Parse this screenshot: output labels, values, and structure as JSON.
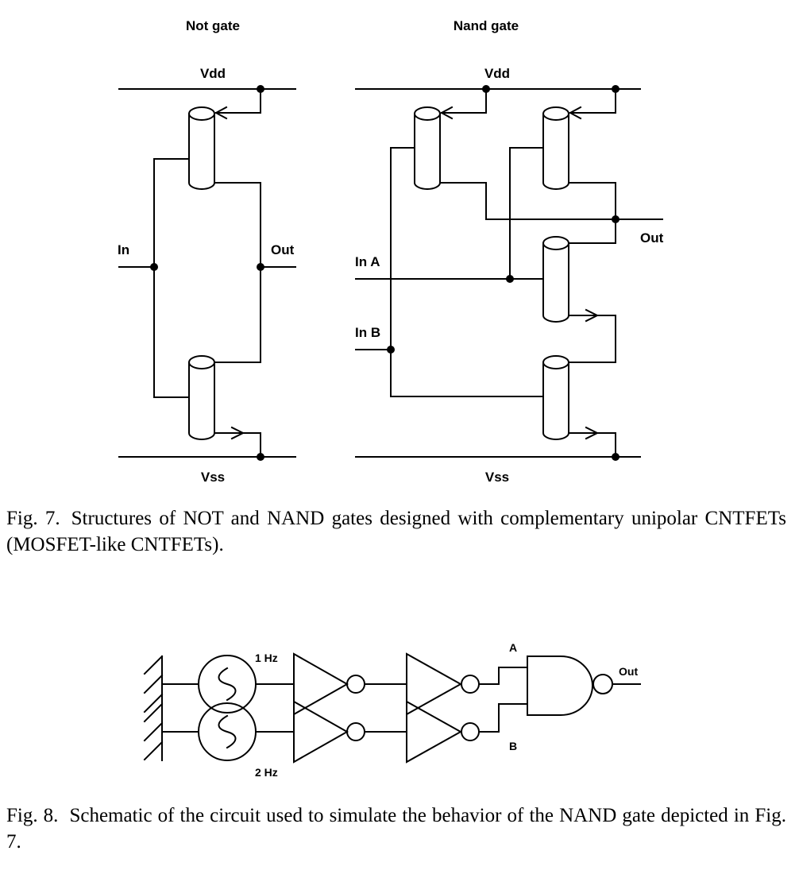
{
  "fig7": {
    "not_gate": {
      "title": "Not gate",
      "vdd": "Vdd",
      "vss": "Vss",
      "input": "In",
      "output": "Out"
    },
    "nand_gate": {
      "title": "Nand gate",
      "vdd": "Vdd",
      "vss": "Vss",
      "input_a": "In A",
      "input_b": "In B",
      "output": "Out"
    },
    "caption_number": "Fig. 7.",
    "caption_text": "Structures of NOT and NAND gates designed with complementary unipolar CNTFETs (MOSFET-like CNTFETs)."
  },
  "fig8": {
    "source1_freq": "1 Hz",
    "source2_freq": "2 Hz",
    "input_a": "A",
    "input_b": "B",
    "output": "Out",
    "caption_number": "Fig. 8.",
    "caption_text": "Schematic of the circuit used to simulate the behavior of the NAND gate depicted in Fig. 7."
  }
}
